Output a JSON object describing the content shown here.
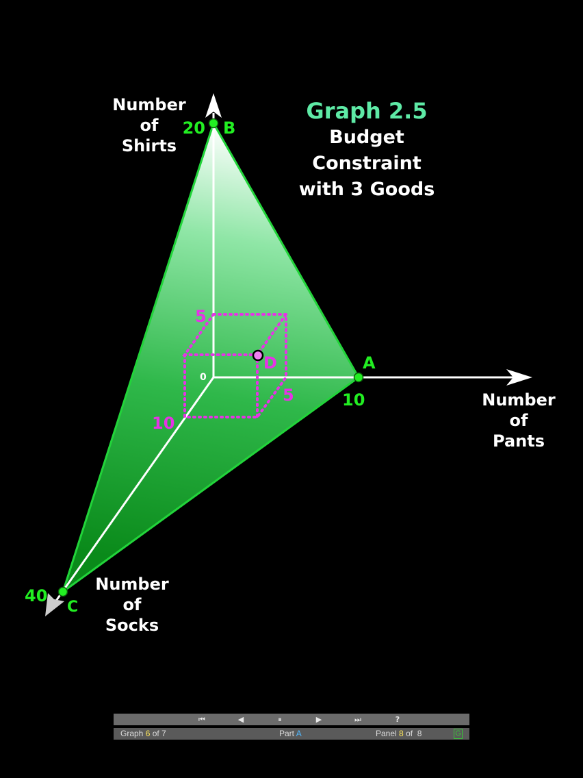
{
  "title": {
    "main": "Graph 2.5",
    "line1": "Budget",
    "line2": "Constraint",
    "line3": "with 3 Goods"
  },
  "axes": {
    "shirts": [
      "Number",
      "of",
      "Shirts"
    ],
    "pants": [
      "Number",
      "of",
      "Pants"
    ],
    "socks": [
      "Number",
      "of",
      "Socks"
    ]
  },
  "intercepts": {
    "shirts": {
      "letter": "B",
      "value": "20"
    },
    "pants": {
      "letter": "A",
      "value": "10"
    },
    "socks": {
      "letter": "C",
      "value": "40"
    }
  },
  "origin_label": "0",
  "point_d": {
    "letter": "D",
    "shirts": "5",
    "pants": "5",
    "socks": "10"
  },
  "colors": {
    "background": "#000000",
    "plane_green": "#1fb83a",
    "intercept_green": "#22ee22",
    "box_magenta": "#e633e6",
    "title_teal": "#5eeaa6"
  },
  "player": {
    "buttons": [
      {
        "name": "first-button",
        "glyph": "⏮"
      },
      {
        "name": "prev-button",
        "glyph": "◀"
      },
      {
        "name": "pause-button",
        "glyph": "⏸"
      },
      {
        "name": "next-button",
        "glyph": "▶"
      },
      {
        "name": "last-button",
        "glyph": "⏭"
      },
      {
        "name": "help-button",
        "glyph": "?"
      }
    ],
    "graph_word": "Graph",
    "graph_num": "6",
    "graph_of": "of 7",
    "part_word": "Part",
    "part_val": "A",
    "panel_word": "Panel",
    "panel_num": "8",
    "panel_of": "of  8",
    "g_label": "G"
  }
}
